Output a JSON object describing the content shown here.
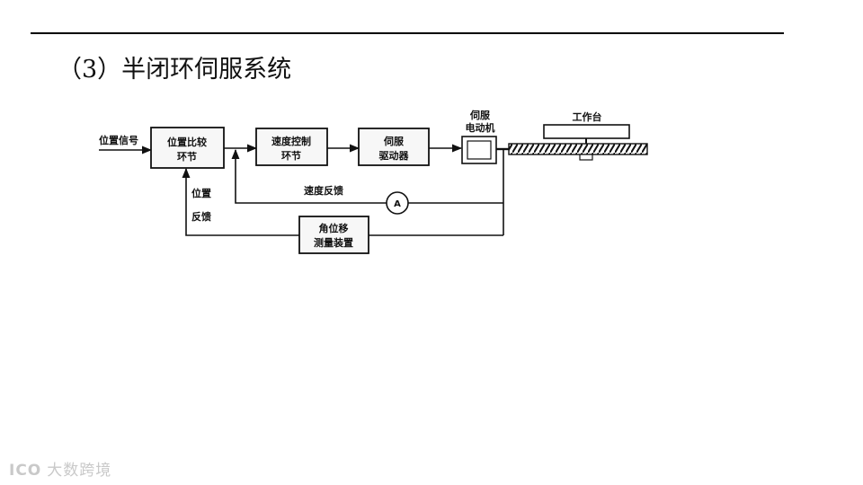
{
  "slide": {
    "title": "（3）半闭环伺服系统"
  },
  "diagram": {
    "input_label": "位置信号",
    "blocks": {
      "position_compare": [
        "位置比较",
        "环节"
      ],
      "speed_control": [
        "速度控制",
        "环节"
      ],
      "servo_drive": [
        "伺服",
        "驱动器"
      ],
      "servo_motor": [
        "伺服",
        "电动机"
      ],
      "angle_measure": [
        "角位移",
        "测量装置"
      ]
    },
    "worktable_label": "工作台",
    "speed_feedback_label": "速度反馈",
    "position_feedback_label": [
      "位置",
      "反馈"
    ],
    "meter_symbol": "A"
  },
  "watermark": {
    "logo": "ICO",
    "text": "大数跨境"
  }
}
